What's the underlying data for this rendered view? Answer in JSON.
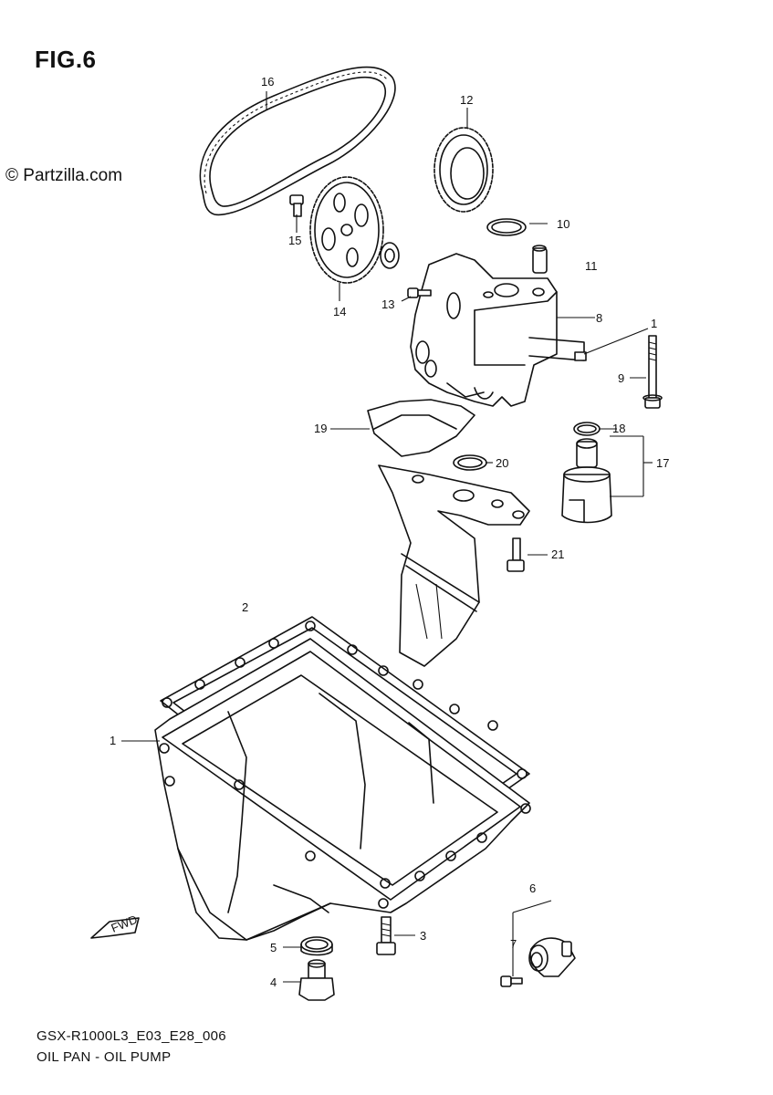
{
  "figure": {
    "title": "FIG.6"
  },
  "watermark": "© Partzilla.com",
  "footer": {
    "code": "GSX-R1000L3_E03_E28_006",
    "title": "OIL PAN - OIL PUMP"
  },
  "fwd_arrow": {
    "label": "FWD"
  },
  "callouts": [
    {
      "name": "callout-1",
      "label": "1"
    },
    {
      "name": "callout-2",
      "label": "2"
    },
    {
      "name": "callout-3",
      "label": "3"
    },
    {
      "name": "callout-4",
      "label": "4"
    },
    {
      "name": "callout-5",
      "label": "5"
    },
    {
      "name": "callout-6",
      "label": "6"
    },
    {
      "name": "callout-7",
      "label": "7"
    },
    {
      "name": "callout-8",
      "label": "8"
    },
    {
      "name": "callout-9",
      "label": "9"
    },
    {
      "name": "callout-10",
      "label": "10"
    },
    {
      "name": "callout-11",
      "label": "11"
    },
    {
      "name": "callout-12",
      "label": "12"
    },
    {
      "name": "callout-13",
      "label": "13"
    },
    {
      "name": "callout-14",
      "label": "14"
    },
    {
      "name": "callout-15",
      "label": "15"
    },
    {
      "name": "callout-16",
      "label": "16"
    },
    {
      "name": "callout-17",
      "label": "17"
    },
    {
      "name": "callout-18",
      "label": "18"
    },
    {
      "name": "callout-19",
      "label": "19"
    },
    {
      "name": "callout-20",
      "label": "20"
    },
    {
      "name": "callout-21",
      "label": "21"
    }
  ]
}
